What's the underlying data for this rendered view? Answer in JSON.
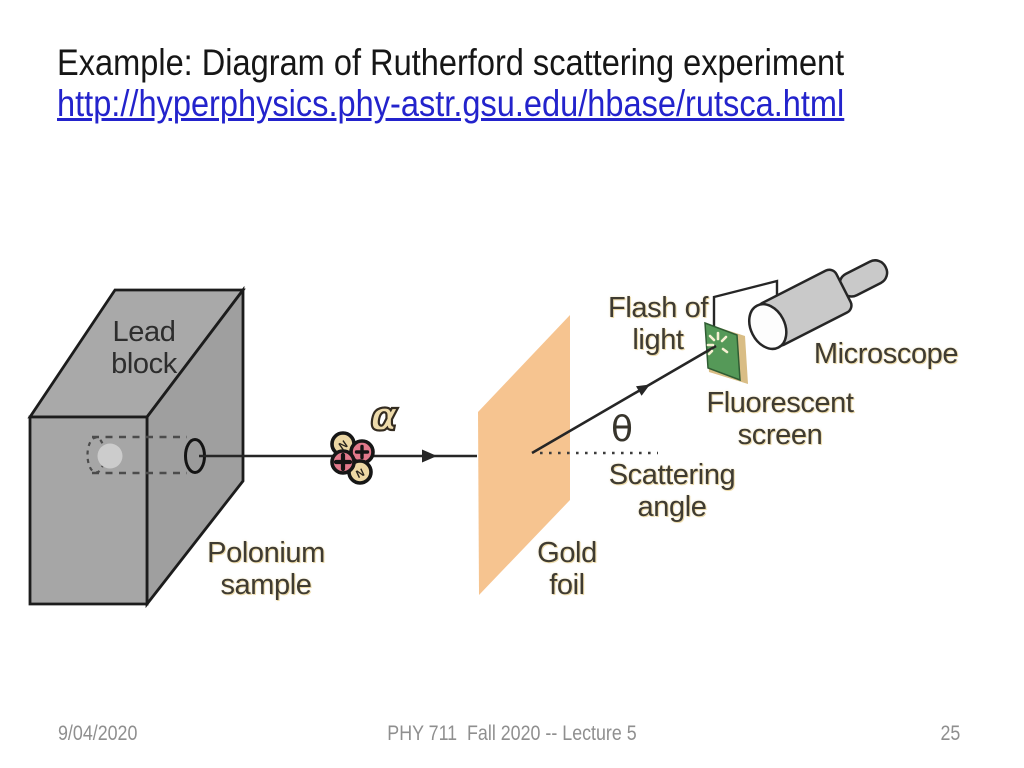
{
  "slide": {
    "title": "Example: Diagram of Rutherford scattering experiment",
    "link_url": "http://hyperphysics.phy-astr.gsu.edu/hbase/rutsca.html"
  },
  "diagram": {
    "labels": {
      "lead_block": [
        "Lead",
        "block"
      ],
      "polonium_sample": [
        "Polonium",
        "sample"
      ],
      "gold_foil": [
        "Gold",
        "foil"
      ],
      "flash_of_light": [
        "Flash of",
        "light"
      ],
      "fluorescent_screen": [
        "Fluorescent",
        "screen"
      ],
      "scattering_angle": [
        "Scattering",
        "angle"
      ],
      "microscope": "Microscope",
      "alpha_symbol": "α",
      "theta_symbol": "θ",
      "nucleon_label": "N"
    },
    "colors": {
      "block_top": "#a9a9a9",
      "block_front": "#a6a6a6",
      "block_right": "#9f9f9f",
      "gold_foil": "#f6c490",
      "screen_green": "#559958",
      "screen_edge_tan": "#d9bd85",
      "microscope_gray": "#c9c9c9",
      "alpha_pink": "#e2798b",
      "alpha_cream": "#ecd7a4",
      "line_dark": "#262626",
      "label_ink": "#3f3b31",
      "link_blue": "#2323cc",
      "footer_gray": "#8f8f8f"
    }
  },
  "footer": {
    "date": "9/04/2020",
    "course": "PHY 711  Fall 2020 -- Lecture 5",
    "page_number": "25"
  }
}
